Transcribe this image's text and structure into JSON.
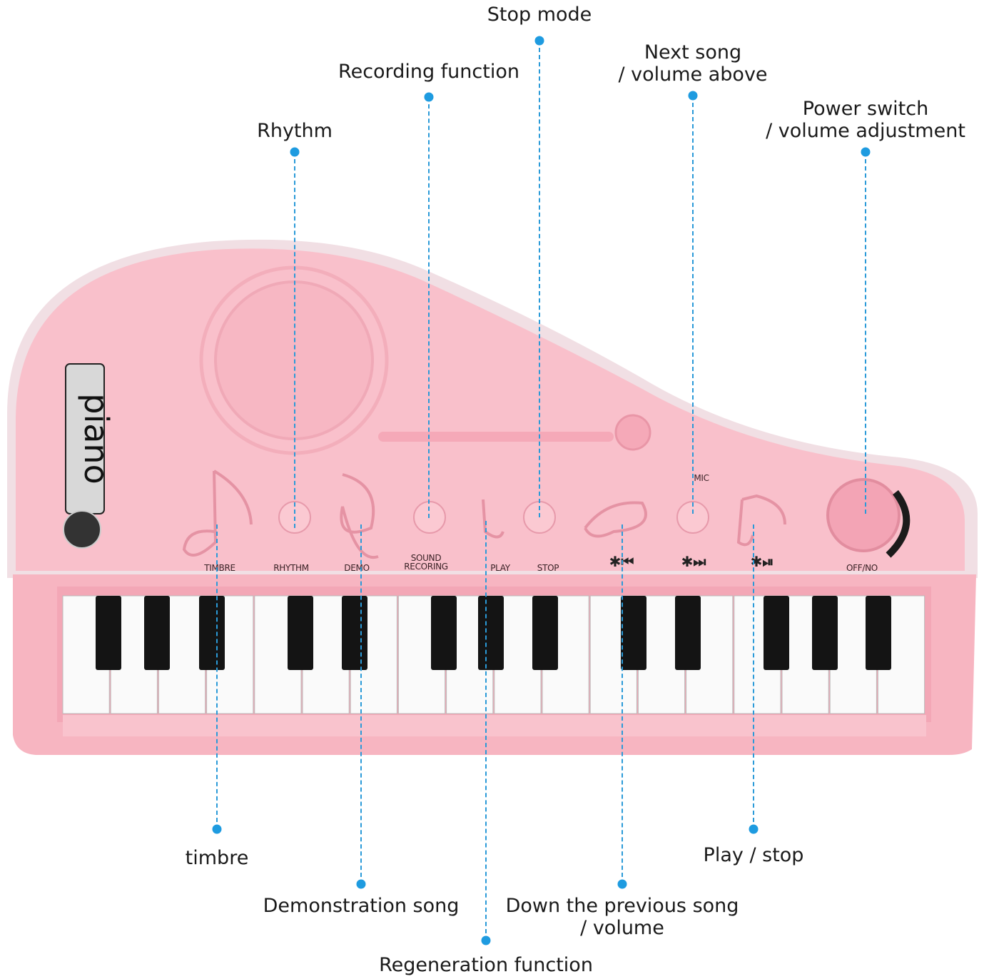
{
  "callouts_top": {
    "rhythm": "Rhythm",
    "recording": "Recording function",
    "stop": "Stop mode",
    "next_song_1": "Next song",
    "next_song_2": "/ volume above",
    "power_1": "Power switch",
    "power_2": "/ volume adjustment"
  },
  "callouts_bottom": {
    "timbre": "timbre",
    "demo": "Demonstration song",
    "regen": "Regeneration function",
    "prev_1": "Down the previous song",
    "prev_2": "/ volume",
    "play_stop": "Play / stop"
  },
  "panel_labels": {
    "timbre": "TIMBRE",
    "rhythm": "RHYTHM",
    "demo": "DEMO",
    "sound_1": "SOUND",
    "sound_2": "RECORING",
    "play": "PLAY",
    "stop": "STOP",
    "mic": "MIC",
    "offno": "OFF/NO"
  },
  "bluetooth_icons": [
    "bluetooth-previous-icon",
    "bluetooth-next-icon",
    "bluetooth-play-pause-icon"
  ],
  "logo_text": "piano",
  "colors": {
    "body": "#f7b8c4",
    "panel": "#f9c3cd",
    "callout": "#1e9be0"
  }
}
